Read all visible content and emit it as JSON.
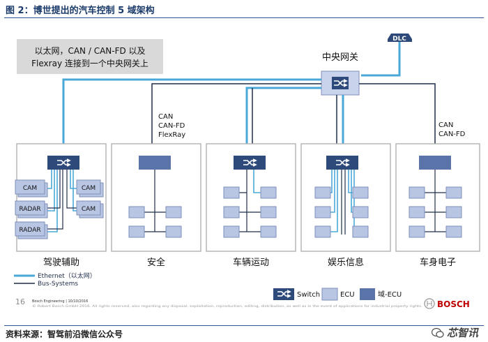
{
  "title": "图 2：博世提出的汽车控制 5 域架构",
  "callout": {
    "line1": "以太网，CAN / CAN-FD 以及",
    "line2": "Flexray 连接到一个中央网关上"
  },
  "dlc_label": "DLC",
  "gateway_label": "中央网关",
  "bus_label_left": [
    "CAN",
    "CAN-FD",
    "FlexRay"
  ],
  "bus_label_right": [
    "CAN",
    "CAN-FD"
  ],
  "domains": [
    {
      "name": "驾驶辅助",
      "devices": [
        "CAM",
        "CAM",
        "RADAR",
        "CAM",
        "RADAR"
      ]
    },
    {
      "name": "安全"
    },
    {
      "name": "车辆运动"
    },
    {
      "name": "娱乐信息"
    },
    {
      "name": "车身电子"
    }
  ],
  "legend": {
    "ethernet": "Ethernet（以太网）",
    "bus": "Bus-Systems",
    "switch": "Switch",
    "ecu": "ECU",
    "domain_ecu": "域-ECU"
  },
  "footer": {
    "page_number": "16",
    "engineering": "Bosch Engineering | 10/10/2016",
    "copyright": "© Robert Bosch GmbH 2016. All rights reserved, also regarding any disposal, exploitation, reproduction, editing, distribution, as well as in the event of applications for industrial property rights.",
    "brand": "BOSCH"
  },
  "source": "资料来源：智驾前沿微信公众号",
  "watermark": "芯智讯",
  "colors": {
    "ethernet": "#4aa8d8",
    "bus": "#1f2d4a",
    "switch": "#2e4a7a",
    "ecu": "#b8c6e4",
    "domain_ecu": "#5a73a8",
    "title": "#1a3a6a",
    "brand": "#c00000"
  }
}
